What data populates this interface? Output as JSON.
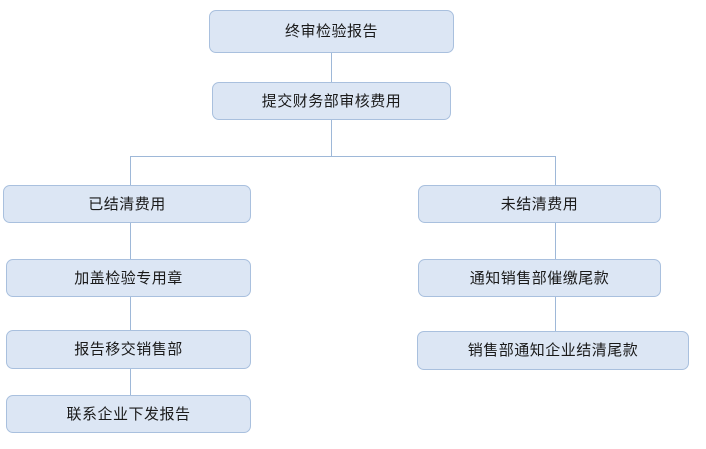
{
  "diagram": {
    "type": "flowchart",
    "orientation": "top-down",
    "title": "",
    "colors": {
      "node_fill": "#dce6f4",
      "node_border": "#a9c0de",
      "connector": "#9eb8d8",
      "text": "#1a1a1a",
      "background": "#ffffff"
    },
    "nodes": [
      {
        "id": "n1",
        "label": "终审检验报告"
      },
      {
        "id": "n2",
        "label": "提交财务部审核费用"
      },
      {
        "id": "n3",
        "label": "已结清费用"
      },
      {
        "id": "n4",
        "label": "未结清费用"
      },
      {
        "id": "n5",
        "label": "加盖检验专用章"
      },
      {
        "id": "n6",
        "label": "通知销售部催缴尾款"
      },
      {
        "id": "n7",
        "label": "报告移交销售部"
      },
      {
        "id": "n8",
        "label": "销售部通知企业结清尾款"
      },
      {
        "id": "n9",
        "label": "联系企业下发报告"
      }
    ],
    "edges": [
      {
        "from": "n1",
        "to": "n2"
      },
      {
        "from": "n2",
        "to": "n3"
      },
      {
        "from": "n2",
        "to": "n4"
      },
      {
        "from": "n3",
        "to": "n5"
      },
      {
        "from": "n5",
        "to": "n7"
      },
      {
        "from": "n7",
        "to": "n9"
      },
      {
        "from": "n4",
        "to": "n6"
      },
      {
        "from": "n6",
        "to": "n8"
      }
    ]
  }
}
